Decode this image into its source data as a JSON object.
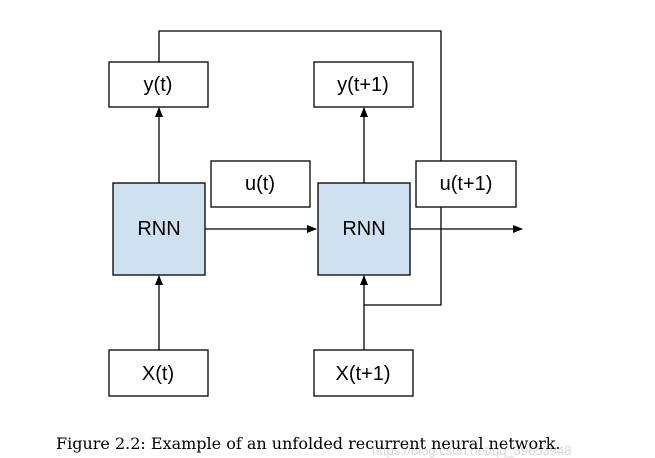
{
  "diagram": {
    "nodes": {
      "y_t": "y(t)",
      "y_t1": "y(t+1)",
      "u_t": "u(t)",
      "u_t1": "u(t+1)",
      "rnn_1": "RNN",
      "rnn_2": "RNN",
      "x_t": "X(t)",
      "x_t1": "X(t+1)"
    },
    "colors": {
      "rnn_fill": "#cfe0f1",
      "stroke": "#000000"
    }
  },
  "caption": "Figure 2.2: Example of an unfolded recurrent neural network.",
  "watermark": "https://blog.csdn.net/qq_39653948"
}
